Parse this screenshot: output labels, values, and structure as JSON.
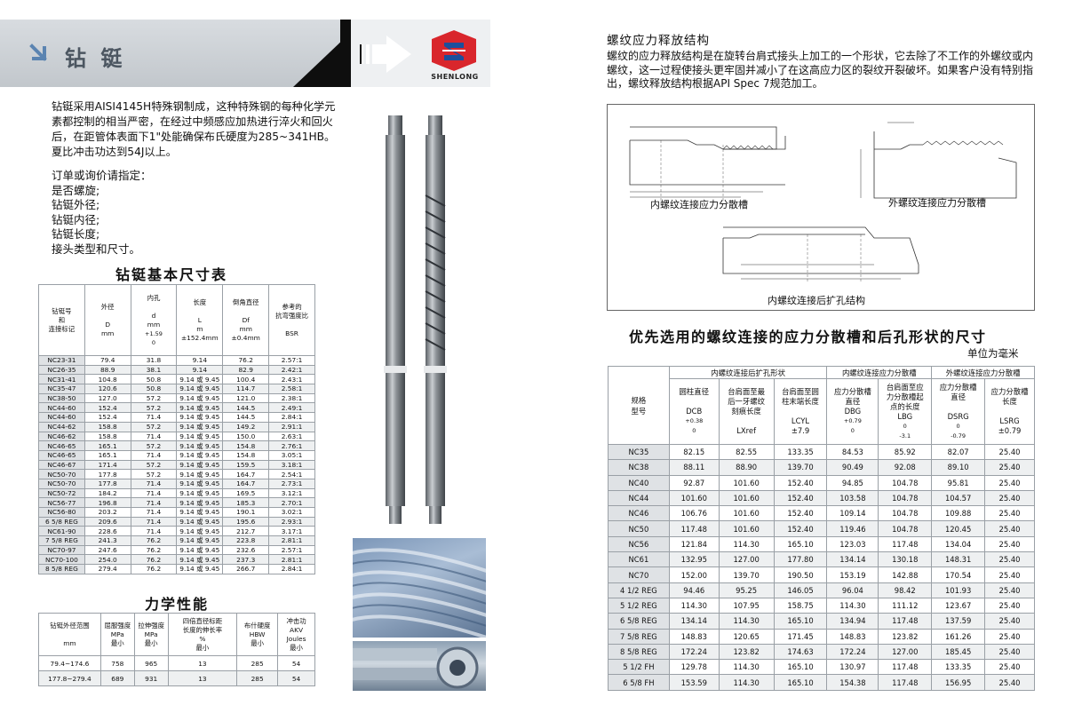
{
  "left": {
    "title": "钻 铤",
    "logo_text": "SHENLONG",
    "intro": "钻铤采用AISI4145H特殊钢制成，这种特殊钢的每种化学元素都控制的相当严密，在经过中频感应加热进行淬火和回火后，在距管体表面下1\"处能确保布氏硬度为285~341HB。夏比冲击功达到54J以上。",
    "order_heading": "订单或询价请指定：",
    "order_items": [
      "是否螺旋;",
      "钻铤外径;",
      "钻铤内径;",
      "钻铤长度;",
      "接头类型和尺寸。"
    ],
    "spec_title": "钻铤基本尺寸表",
    "spec_headers": {
      "c1": [
        "钻铤号",
        "和",
        "连接标记"
      ],
      "c2": [
        "外径",
        "D",
        "mm"
      ],
      "c3": [
        "内孔",
        "d",
        "mm",
        "+1.59",
        "0"
      ],
      "c4": [
        "长度",
        "L",
        "m",
        "±152.4mm"
      ],
      "c5": [
        "倒角直径",
        "Df",
        "mm",
        "±0.4mm"
      ],
      "c6": [
        "参考的",
        "抗弯强度比",
        "BSR"
      ]
    },
    "spec_rows": [
      [
        "NC23-31",
        "79.4",
        "31.8",
        "9.14",
        "76.2",
        "2.57:1"
      ],
      [
        "NC26-35",
        "88.9",
        "38.1",
        "9.14",
        "82.9",
        "2.42:1"
      ],
      [
        "NC31-41",
        "104.8",
        "50.8",
        "9.14 或 9.45",
        "100.4",
        "2.43:1"
      ],
      [
        "NC35-47",
        "120.6",
        "50.8",
        "9.14 或 9.45",
        "114.7",
        "2.58:1"
      ],
      [
        "NC38-50",
        "127.0",
        "57.2",
        "9.14 或 9.45",
        "121.0",
        "2.38:1"
      ],
      [
        "NC44-60",
        "152.4",
        "57.2",
        "9.14 或 9.45",
        "144.5",
        "2.49:1"
      ],
      [
        "NC44-60",
        "152.4",
        "71.4",
        "9.14 或 9.45",
        "144.5",
        "2.84:1"
      ],
      [
        "NC44-62",
        "158.8",
        "57.2",
        "9.14 或 9.45",
        "149.2",
        "2.91:1"
      ],
      [
        "NC46-62",
        "158.8",
        "71.4",
        "9.14 或 9.45",
        "150.0",
        "2.63:1"
      ],
      [
        "NC46-65",
        "165.1",
        "57.2",
        "9.14 或 9.45",
        "154.8",
        "2.76:1"
      ],
      [
        "NC46-65",
        "165.1",
        "71.4",
        "9.14 或 9.45",
        "154.8",
        "3.05:1"
      ],
      [
        "NC46-67",
        "171.4",
        "57.2",
        "9.14 或 9.45",
        "159.5",
        "3.18:1"
      ],
      [
        "NC50-70",
        "177.8",
        "57.2",
        "9.14 或 9.45",
        "164.7",
        "2.54:1"
      ],
      [
        "NC50-70",
        "177.8",
        "71.4",
        "9.14 或 9.45",
        "164.7",
        "2.73:1"
      ],
      [
        "NC50-72",
        "184.2",
        "71.4",
        "9.14 或 9.45",
        "169.5",
        "3.12:1"
      ],
      [
        "NC56-77",
        "196.8",
        "71.4",
        "9.14 或 9.45",
        "185.3",
        "2.70:1"
      ],
      [
        "NC56-80",
        "203.2",
        "71.4",
        "9.14 或 9.45",
        "190.1",
        "3.02:1"
      ],
      [
        "6 5/8 REG",
        "209.6",
        "71.4",
        "9.14 或 9.45",
        "195.6",
        "2.93:1"
      ],
      [
        "NC61-90",
        "228.6",
        "71.4",
        "9.14 或 9.45",
        "212.7",
        "3.17:1"
      ],
      [
        "7 5/8 REG",
        "241.3",
        "76.2",
        "9.14 或 9.45",
        "223.8",
        "2.81:1"
      ],
      [
        "NC70-97",
        "247.6",
        "76.2",
        "9.14 或 9.45",
        "232.6",
        "2.57:1"
      ],
      [
        "NC70-100",
        "254.0",
        "76.2",
        "9.14 或 9.45",
        "237.3",
        "2.81:1"
      ],
      [
        "8 5/8 REG",
        "279.4",
        "76.2",
        "9.14 或 9.45",
        "266.7",
        "2.84:1"
      ]
    ],
    "mech_title": "力学性能",
    "mech_headers": {
      "c1": [
        "钻铤外径范围",
        "mm"
      ],
      "c2": [
        "屈服强度",
        "MPa",
        "最小"
      ],
      "c3": [
        "拉伸强度",
        "MPa",
        "最小"
      ],
      "c4": [
        "四倍直径标距",
        "长度的伸长率",
        "%",
        "最小"
      ],
      "c5": [
        "布什硬度",
        "HBW",
        "最小"
      ],
      "c6": [
        "冲击功",
        "AKV",
        "Joules",
        "最小"
      ]
    },
    "mech_rows": [
      [
        "79.4~174.6",
        "758",
        "965",
        "13",
        "285",
        "54"
      ],
      [
        "177.8~279.4",
        "689",
        "931",
        "13",
        "285",
        "54"
      ]
    ]
  },
  "right": {
    "title": "螺纹应力释放结构",
    "desc": "螺纹的应力释放结构是在旋转台肩式接头上加工的一个形状，它去除了不工作的外螺纹或内螺纹，这一过程使接头更牢固并减小了在这高应力区的裂纹开裂破坏。如果客户没有特别指出，螺纹释放结构根据API Spec 7规范加工。",
    "diagram_labels": [
      "内螺纹连接应力分散槽",
      "外螺纹连接应力分散槽",
      "内螺纹连接后扩孔结构"
    ],
    "table_title": "优先选用的螺纹连接的应力分散槽和后孔形状的尺寸",
    "unit": "单位为毫米",
    "group_headers": [
      "内螺纹连接后扩孔形状",
      "内螺纹连接应力分散槽",
      "外螺纹连接应力分散槽"
    ],
    "col_headers": {
      "c0": [
        "规格",
        "型号"
      ],
      "c1": [
        "圆柱直径",
        "DCB",
        "+0.38",
        "0"
      ],
      "c2": [
        "台肩面至最",
        "后一牙螺纹",
        "刻痕长度",
        "LXref"
      ],
      "c3": [
        "台肩面至圆",
        "柱末端长度",
        "LCYL",
        "±7.9"
      ],
      "c4": [
        "应力分散槽",
        "直径",
        "DBG",
        "+0.79",
        "0"
      ],
      "c5": [
        "台肩面至应",
        "力分散槽起",
        "点的长度",
        "LBG",
        "0",
        "-3.1"
      ],
      "c6": [
        "应力分散槽",
        "直径",
        "DSRG",
        "0",
        "-0.79"
      ],
      "c7": [
        "应力分散槽",
        "长度",
        "LSRG",
        "±0.79"
      ]
    },
    "rows": [
      [
        "NC35",
        "82.15",
        "82.55",
        "133.35",
        "84.53",
        "85.92",
        "82.07",
        "25.40"
      ],
      [
        "NC38",
        "88.11",
        "88.90",
        "139.70",
        "90.49",
        "92.08",
        "89.10",
        "25.40"
      ],
      [
        "NC40",
        "92.87",
        "101.60",
        "152.40",
        "94.85",
        "104.78",
        "95.81",
        "25.40"
      ],
      [
        "NC44",
        "101.60",
        "101.60",
        "152.40",
        "103.58",
        "104.78",
        "104.57",
        "25.40"
      ],
      [
        "NC46",
        "106.76",
        "101.60",
        "152.40",
        "109.14",
        "104.78",
        "109.88",
        "25.40"
      ],
      [
        "NC50",
        "117.48",
        "101.60",
        "152.40",
        "119.46",
        "104.78",
        "120.45",
        "25.40"
      ],
      [
        "NC56",
        "121.84",
        "114.30",
        "165.10",
        "123.03",
        "117.48",
        "134.04",
        "25.40"
      ],
      [
        "NC61",
        "132.95",
        "127.00",
        "177.80",
        "134.14",
        "130.18",
        "148.31",
        "25.40"
      ],
      [
        "NC70",
        "152.00",
        "139.70",
        "190.50",
        "153.19",
        "142.88",
        "170.54",
        "25.40"
      ],
      [
        "4 1/2 REG",
        "94.46",
        "95.25",
        "146.05",
        "96.04",
        "98.42",
        "101.93",
        "25.40"
      ],
      [
        "5 1/2 REG",
        "114.30",
        "107.95",
        "158.75",
        "114.30",
        "111.12",
        "123.67",
        "25.40"
      ],
      [
        "6 5/8 REG",
        "134.14",
        "114.30",
        "165.10",
        "134.94",
        "117.48",
        "137.59",
        "25.40"
      ],
      [
        "7 5/8 REG",
        "148.83",
        "120.65",
        "171.45",
        "148.83",
        "123.82",
        "161.26",
        "25.40"
      ],
      [
        "8 5/8 REG",
        "172.24",
        "123.82",
        "174.63",
        "172.24",
        "127.00",
        "185.45",
        "25.40"
      ],
      [
        "5 1/2 FH",
        "129.78",
        "114.30",
        "165.10",
        "130.97",
        "117.48",
        "133.35",
        "25.40"
      ],
      [
        "6 5/8 FH",
        "153.59",
        "114.30",
        "165.10",
        "154.38",
        "117.48",
        "156.95",
        "25.40"
      ]
    ]
  }
}
